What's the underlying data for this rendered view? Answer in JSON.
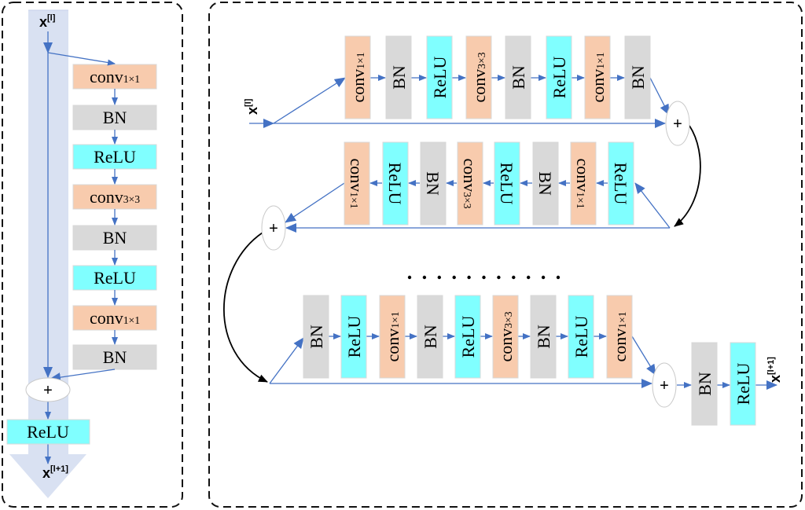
{
  "colors": {
    "conv": "#f8cbad",
    "bn": "#d9d9d9",
    "relu": "#80ffff",
    "arrow": "#4472c4",
    "skip_band": "#d9e1f2",
    "curve": "#000000"
  },
  "left_panel": {
    "input_label": "x",
    "input_superscript": "[l]",
    "output_label": "x",
    "output_superscript": "[l+1]",
    "blocks": [
      {
        "type": "conv",
        "label": "conv",
        "sub": "1×1"
      },
      {
        "type": "bn",
        "label": "BN",
        "sub": ""
      },
      {
        "type": "relu",
        "label": "ReLU",
        "sub": ""
      },
      {
        "type": "conv",
        "label": "conv",
        "sub": "3×3"
      },
      {
        "type": "bn",
        "label": "BN",
        "sub": ""
      },
      {
        "type": "relu",
        "label": "ReLU",
        "sub": ""
      },
      {
        "type": "conv",
        "label": "conv",
        "sub": "1×1"
      },
      {
        "type": "bn",
        "label": "BN",
        "sub": ""
      }
    ],
    "sum_symbol": "+",
    "final_block": {
      "type": "relu",
      "label": "ReLU",
      "sub": ""
    }
  },
  "right_panel": {
    "input_label": "x",
    "input_superscript": "[l]",
    "output_label": "x",
    "output_superscript": "[l+1]",
    "sum_symbol": "+",
    "ellipsis": "...........",
    "row1": [
      {
        "type": "conv",
        "label": "conv",
        "sub": "1×1"
      },
      {
        "type": "bn",
        "label": "BN",
        "sub": ""
      },
      {
        "type": "relu",
        "label": "ReLU",
        "sub": ""
      },
      {
        "type": "conv",
        "label": "conv",
        "sub": "3×3"
      },
      {
        "type": "bn",
        "label": "BN",
        "sub": ""
      },
      {
        "type": "relu",
        "label": "ReLU",
        "sub": ""
      },
      {
        "type": "conv",
        "label": "conv",
        "sub": "1×1"
      },
      {
        "type": "bn",
        "label": "BN",
        "sub": ""
      }
    ],
    "row2": [
      {
        "type": "relu",
        "label": "ReLU",
        "sub": ""
      },
      {
        "type": "conv",
        "label": "conv",
        "sub": "1×1"
      },
      {
        "type": "bn",
        "label": "BN",
        "sub": ""
      },
      {
        "type": "relu",
        "label": "ReLU",
        "sub": ""
      },
      {
        "type": "conv",
        "label": "conv",
        "sub": "3×3"
      },
      {
        "type": "bn",
        "label": "BN",
        "sub": ""
      },
      {
        "type": "relu",
        "label": "ReLU",
        "sub": ""
      },
      {
        "type": "conv",
        "label": "conv",
        "sub": "1×1"
      }
    ],
    "row3": [
      {
        "type": "bn",
        "label": "BN",
        "sub": ""
      },
      {
        "type": "relu",
        "label": "ReLU",
        "sub": ""
      },
      {
        "type": "conv",
        "label": "conv",
        "sub": "1×1"
      },
      {
        "type": "bn",
        "label": "BN",
        "sub": ""
      },
      {
        "type": "relu",
        "label": "ReLU",
        "sub": ""
      },
      {
        "type": "conv",
        "label": "conv",
        "sub": "3×3"
      },
      {
        "type": "bn",
        "label": "BN",
        "sub": ""
      },
      {
        "type": "relu",
        "label": "ReLU",
        "sub": ""
      },
      {
        "type": "conv",
        "label": "conv",
        "sub": "1×1"
      }
    ],
    "tail": [
      {
        "type": "bn",
        "label": "BN",
        "sub": ""
      },
      {
        "type": "relu",
        "label": "ReLU",
        "sub": ""
      }
    ]
  }
}
